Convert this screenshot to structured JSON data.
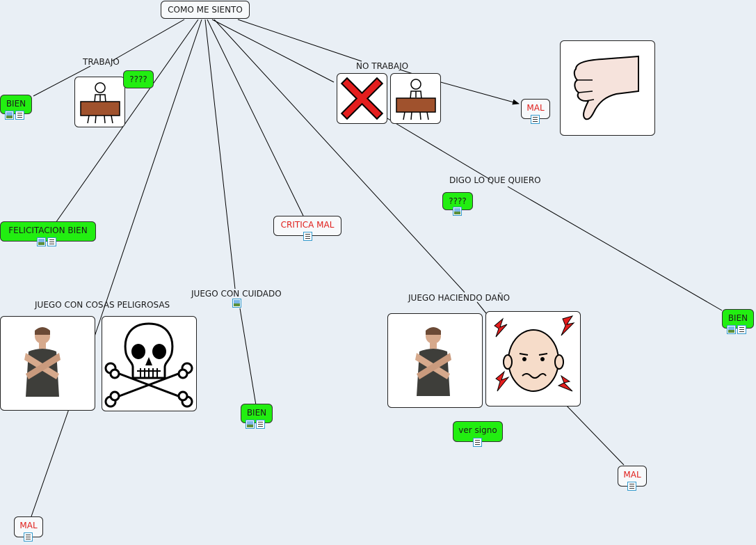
{
  "root": {
    "label": "COMO ME SIENTO"
  },
  "link_labels": {
    "trabajo": "TRABAJO",
    "no_trabajo": "NO TRABAJO",
    "digo": "DIGO LO QUE QUIERO",
    "juego_cuidado": "JUEGO CON CUIDADO",
    "juego_peligrosas": "JUEGO CON COSAS PELIGROSAS",
    "juego_dano": "JUEGO HACIENDO DAÑO"
  },
  "nodes": {
    "bien_trabajo": "BIEN",
    "q_trabajo": "????",
    "mal_no_trabajo": "MAL",
    "q_digo": "????",
    "felicitacion": "FELICITACION BIEN",
    "critica": "CRITICA MAL",
    "bien_digo": "BIEN",
    "bien_cuidado": "BIEN",
    "ver_signo": "ver signo",
    "mal_dano": "MAL",
    "mal_peligrosas": "MAL"
  },
  "colors": {
    "green_node": "#22ee11",
    "mal_text": "#e0201c",
    "background": "#e9eff5"
  },
  "icons": [
    "image-resource-icon",
    "document-resource-icon"
  ]
}
